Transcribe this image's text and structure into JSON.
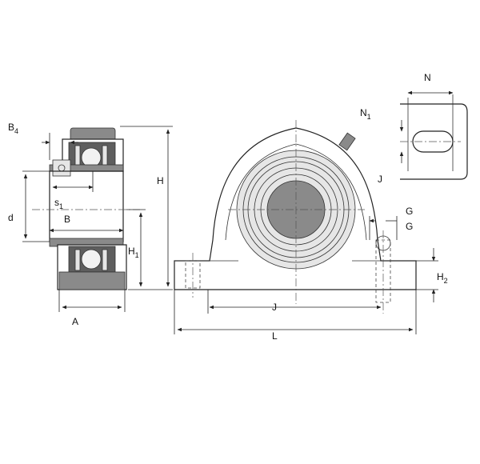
{
  "labels": {
    "B4": "B",
    "B4_sub": "4",
    "s1": "s",
    "s1_sub": "1",
    "B": "B",
    "d": "d",
    "H": "H",
    "H1": "H",
    "H1_sub": "1",
    "A": "A",
    "N": "N",
    "N1": "N",
    "N1_sub": "1",
    "J_upper": "J",
    "G_upper": "G",
    "G_lower": "G",
    "H2": "H",
    "H2_sub": "2",
    "J_dim": "J",
    "L": "L"
  },
  "colors": {
    "line": "#222222",
    "shade": "#8a8a8a",
    "shade_dark": "#5e5e5e",
    "background": "#ffffff"
  }
}
